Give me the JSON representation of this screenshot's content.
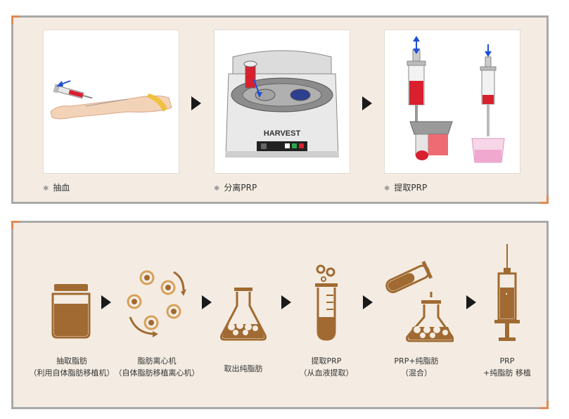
{
  "top_panel": {
    "steps": [
      {
        "caption": "抽血"
      },
      {
        "caption": "分离PRP"
      },
      {
        "caption": "提取PRP"
      }
    ],
    "centrifuge_brand": "HARVEST"
  },
  "bottom_panel": {
    "steps": [
      {
        "line1": "抽取脂肪",
        "line2": "（利用自体脂肪移植机）"
      },
      {
        "line1": "脂肪离心机",
        "line2": "（自体脂肪移植离心机）"
      },
      {
        "line1": "取出纯脂肪",
        "line2": ""
      },
      {
        "line1": "提取PRP",
        "line2": "（从血液提取）"
      },
      {
        "line1": "PRP+纯脂肪",
        "line2": "（混合）"
      },
      {
        "line1": "PRP",
        "line2": "+纯脂肪  移植"
      }
    ]
  },
  "colors": {
    "icon_brown": "#a06a32",
    "panel_bg": "#f4ece2",
    "border_gray": "#a9a9a9",
    "corner_orange": "#e08a56",
    "blood_red": "#d8202e"
  }
}
